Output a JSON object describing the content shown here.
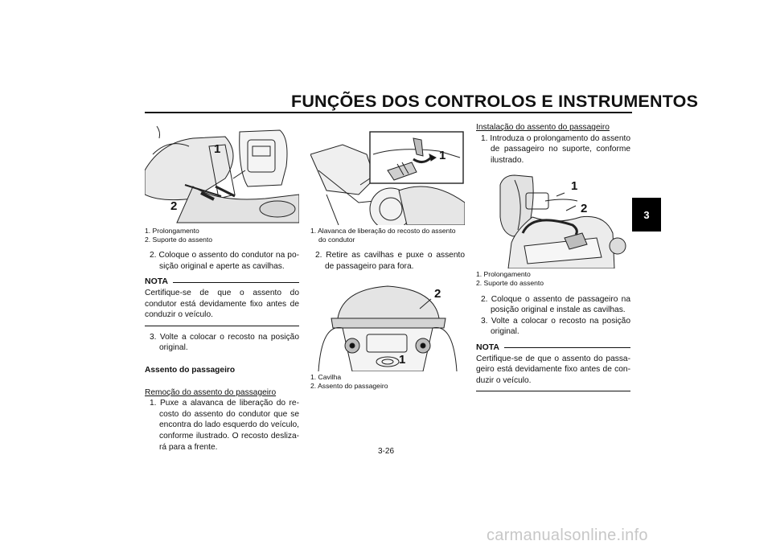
{
  "header": {
    "title": "FUNÇÕES DOS CONTROLOS E INSTRUMENTOS",
    "chapter_tab": "3"
  },
  "col1": {
    "fig_callouts": [
      "1",
      "2"
    ],
    "captions": [
      "1. Prolongamento",
      "2. Suporte do assento"
    ],
    "step2": "2. Coloque o assento do condutor na po-sição original e aperte as cavilhas.",
    "note_label": "NOTA",
    "note_text": "Certifique-se de que o assento do condutor está devidamente fixo antes de conduzir o veículo.",
    "step3": "3. Volte a colocar o recosto na posição original.",
    "section_heading": "Assento do passageiro",
    "subheading": "Remoção do assento do passageiro",
    "step1": "1. Puxe a alavanca de liberação do re-costo do assento do condutor que se encontra do lado esquerdo do veículo, conforme ilustrado. O recosto desliza-rá para a frente."
  },
  "col2": {
    "fig1_callouts": [
      "1"
    ],
    "fig1_caption": "1. Alavanca de liberação do recosto do assento do condutor",
    "step2": "2. Retire as cavilhas e puxe o assento de passageiro para fora.",
    "fig2_callouts": [
      "2",
      "1"
    ],
    "fig2_captions": [
      "1. Cavilha",
      "2. Assento do passageiro"
    ]
  },
  "col3": {
    "subheading": "Instalação do assento do passageiro",
    "step1": "1. Introduza o prolongamento do assento de passageiro no suporte, conforme ilustrado.",
    "fig_callouts": [
      "1",
      "2"
    ],
    "captions": [
      "1. Prolongamento",
      "2. Suporte do assento"
    ],
    "step2": "2. Coloque o assento de passageiro na posição original e instale as cavilhas.",
    "step3": "3. Volte a colocar o recosto na posição original.",
    "note_label": "NOTA",
    "note_text": "Certifique-se de que o assento do passa-geiro está devidamente fixo antes de con-duzir o veículo."
  },
  "footer": {
    "page_number": "3-26",
    "watermark": "carmanualsonline.info"
  }
}
